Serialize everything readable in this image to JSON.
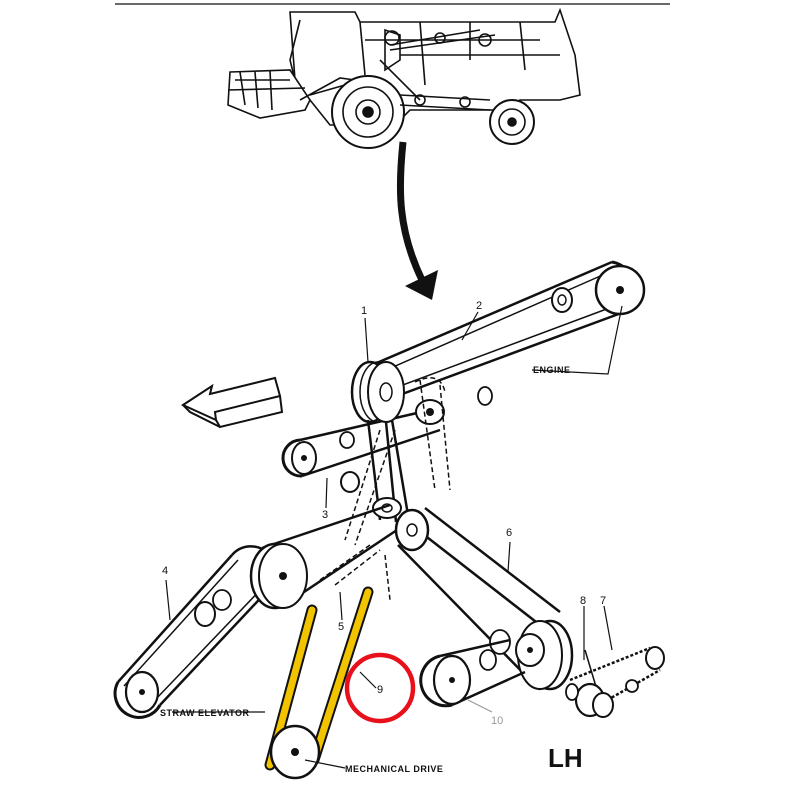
{
  "colors": {
    "line": "#111111",
    "highlight_belt": "#f2c400",
    "highlight_circle": "#e8101a",
    "callout_gray": "#999999"
  },
  "labels": {
    "n1": "1",
    "n2": "2",
    "n3": "3",
    "n4": "4",
    "n5": "5",
    "n6": "6",
    "n7": "7",
    "n8": "8",
    "n9": "9",
    "n10": "10",
    "engine": "ENGINE",
    "straw_elevator": "STRAW ELEVATOR",
    "mechanical_drive": "MECHANICAL DRIVE",
    "side": "LH"
  },
  "icons": {
    "combine": "combine-harvester-icon",
    "pointer": "curved-down-arrow-icon",
    "direction": "direction-arrow-icon"
  }
}
